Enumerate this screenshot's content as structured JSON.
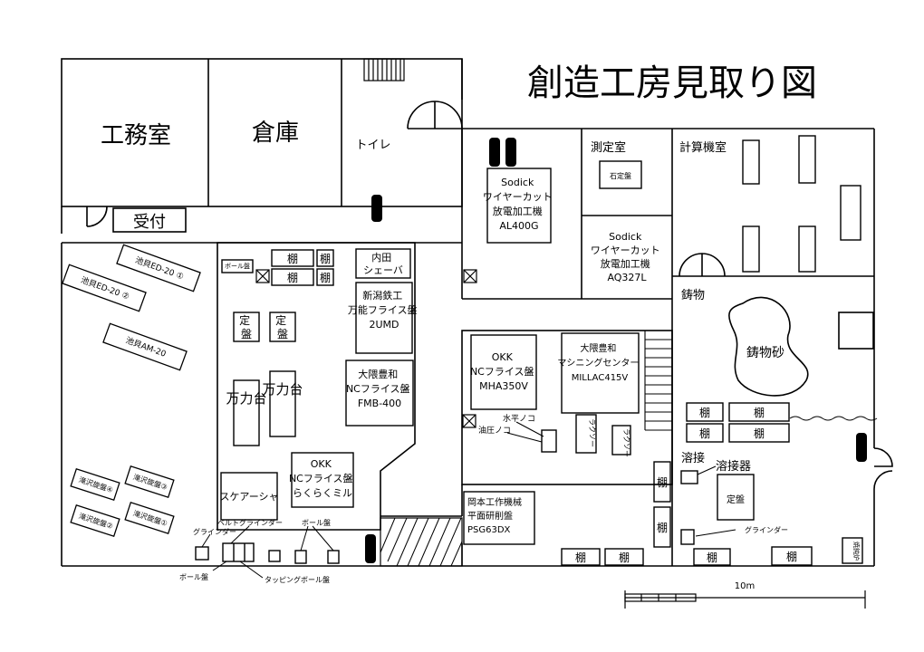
{
  "title": "創造工房見取り図",
  "rooms": {
    "office": "工務室",
    "warehouse": "倉庫",
    "toilet": "トイレ",
    "reception": "受付",
    "measurement": "測定室",
    "computer": "計算機室",
    "casting": "鋳物",
    "welding": "溶接"
  },
  "labels": {
    "surface_plate_small": "石定盤",
    "casting_sand": "鋳物砂",
    "welder": "溶接器",
    "surface_plate": "定盤",
    "grinder_right": "グラインダー",
    "level_note": "水平ノコ",
    "oil_note": "油圧ノコ",
    "drill_a": "ラクソー",
    "drill_b": "ラクソー",
    "kiln": "焼鈍炉",
    "scale": "10m"
  },
  "machines": {
    "uchida": [
      "内田",
      "シェーバ"
    ],
    "niigata": [
      "新潟鉄工",
      "万能フライス盤",
      "2UMD"
    ],
    "okuma_fmb": [
      "大隈豊和",
      "NCフライス盤",
      "FMB-400"
    ],
    "okk_raku": [
      "OKK",
      "NCフライス盤",
      "らくらくミル"
    ],
    "square_shear": "スケアーシャ",
    "sodick_al": [
      "Sodick",
      "ワイヤーカット",
      "放電加工機",
      "AL400G"
    ],
    "sodick_aq": [
      "Sodick",
      "ワイヤーカット",
      "放電加工機",
      "AQ327L"
    ],
    "okk_mha": [
      "OKK",
      "NCフライス盤",
      "MHA350V"
    ],
    "okuma_millac": [
      "大隈豊和",
      "マシニングセンター",
      "MILLAC415V"
    ],
    "okamoto": [
      "岡本工作機械",
      "平面研削盤",
      "PSG63DX"
    ]
  },
  "lathes": [
    "池貝ED-20 ①",
    "池貝ED-20 ②",
    "池貝AM-20"
  ],
  "lathes_small": [
    "滝沢旋盤④",
    "滝沢旋盤③",
    "滝沢旋盤②",
    "滝沢旋盤①"
  ],
  "fixtures": {
    "tana": "棚",
    "teiban": "定盤",
    "banriki": "万力台",
    "ball_ban": "ボール盤"
  },
  "callouts": {
    "grinder": "グラインダー",
    "belt_grinder": "ベルトグラインダー",
    "ball_ban": "ボール盤",
    "ball_ban_bottom": "ボール盤",
    "tapping": "タッピングボール盤"
  }
}
